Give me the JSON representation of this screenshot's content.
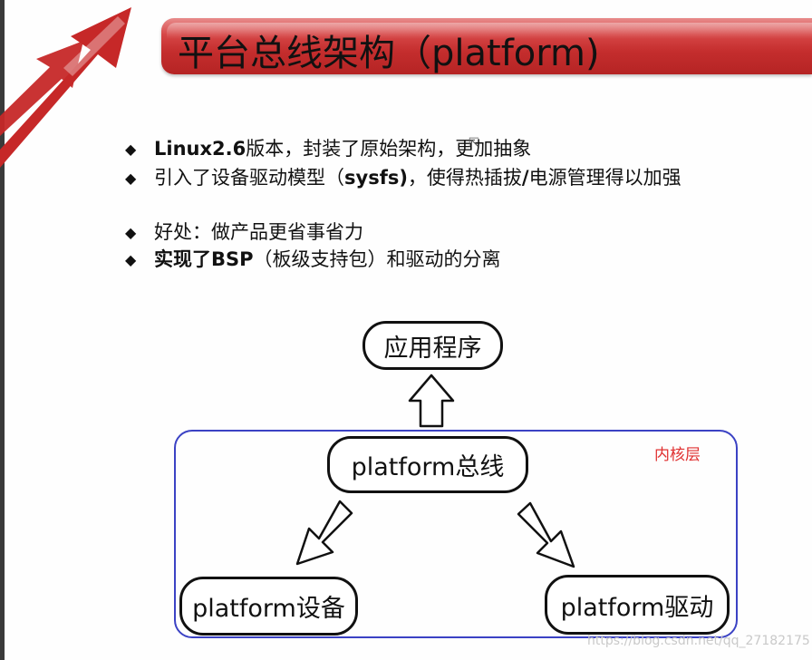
{
  "slide": {
    "title": "平台总线架构（platform)",
    "bullets": [
      {
        "strong": "Linux2.6",
        "rest": "版本，封装了原始架构，更加抽象"
      },
      {
        "strong": "",
        "rest": "引入了设备驱动模型（sysfs)，使得热插拔/电源管理得以加强"
      },
      {
        "strong": "",
        "rest": "好处：做产品更省事省力"
      },
      {
        "strong": "实现了BSP",
        "rest": "（板级支持包）和驱动的分离"
      }
    ],
    "bullet_symbol": "◆"
  },
  "diagram": {
    "top_node": "应用程序",
    "bus_node": "platform总线",
    "device_node": "platform设备",
    "driver_node": "platform驱动",
    "kernel_label": "内核层"
  },
  "colors": {
    "title_bar": "#c42d2d",
    "kernel_frame": "#3b42c4",
    "kernel_label": "#e03030",
    "logo": "#c62828"
  },
  "watermark": "https://blog.csdn.net/qq_27182175"
}
